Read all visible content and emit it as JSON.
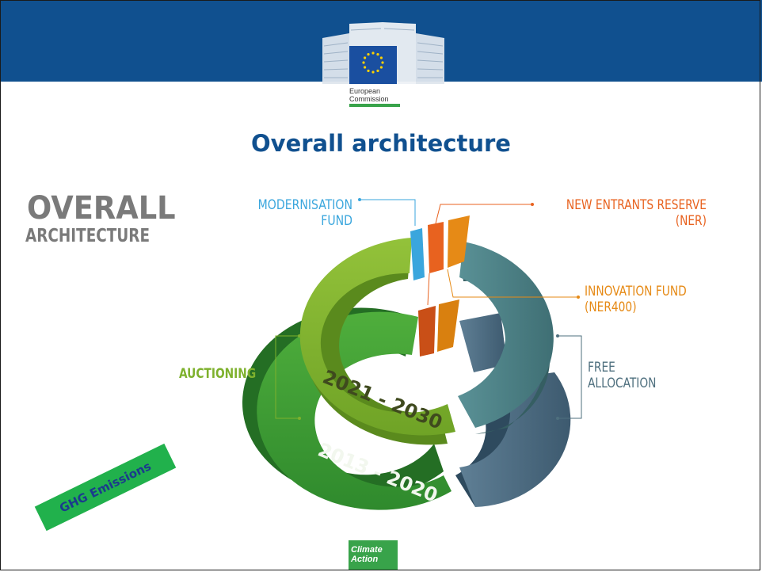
{
  "header": {
    "logo_line1": "European",
    "logo_line2": "Commission",
    "brand_color": "#10508f"
  },
  "title": "Overall architecture",
  "heading": {
    "line1": "OVERALL",
    "line2": "ARCHITECTURE"
  },
  "labels": {
    "modernisation_1": "MODERNISATION",
    "modernisation_2": "FUND",
    "ner_1": "NEW ENTRANTS RESERVE",
    "ner_2": "(NER)",
    "innovation_1": "INNOVATION FUND",
    "innovation_2": "(NER400)",
    "free_1": "FREE",
    "free_2": "ALLOCATION",
    "auctioning": "AUCTIONING"
  },
  "rings": {
    "upper_period": "2021 - 2030",
    "lower_period": "2013 - 2020"
  },
  "badge": "GHG Emissions",
  "footer": {
    "line1": "Climate",
    "line2": "Action"
  },
  "colors": {
    "auctioning_green": "#7eb12d",
    "lower_green": "#3d9c36",
    "free_allocation_teal": "#4d8287",
    "free_allocation_slate": "#52738a",
    "modernisation_blue": "#3aa6dd",
    "ner_orange": "#e8621f",
    "innovation_orange": "#e68a16"
  }
}
